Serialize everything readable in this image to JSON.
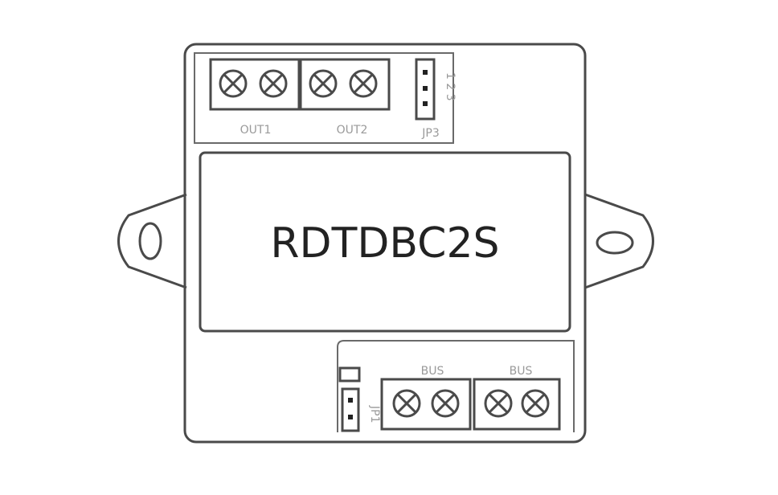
{
  "device": {
    "model": "RDTDBC2S",
    "top_labels": {
      "out1": "OUT1",
      "out2": "OUT2",
      "jp3": "JP3",
      "jp3_pins": "1 2 3"
    },
    "bottom_labels": {
      "bus1": "BUS",
      "bus2": "BUS",
      "jp1": "JP1"
    }
  }
}
